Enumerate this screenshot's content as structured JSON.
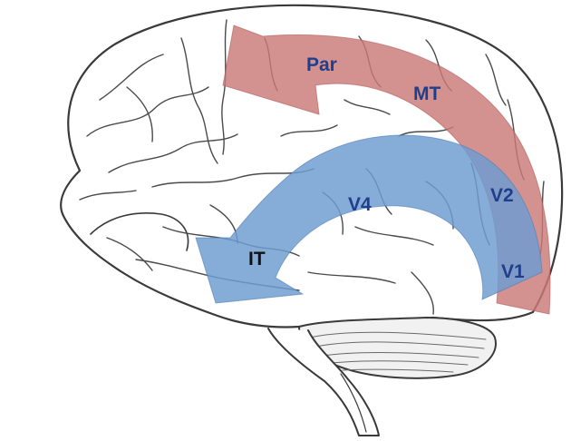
{
  "labels": {
    "par": "Par",
    "mt": "MT",
    "v4": "V4",
    "v2": "V2",
    "v1": "V1",
    "it": "IT"
  },
  "colors": {
    "dorsal_stream": "#c97a78",
    "ventral_stream": "#6f9cd0",
    "label_blue": "#1f3f8c",
    "label_dark": "#111111",
    "outline": "#3a3a3a"
  }
}
